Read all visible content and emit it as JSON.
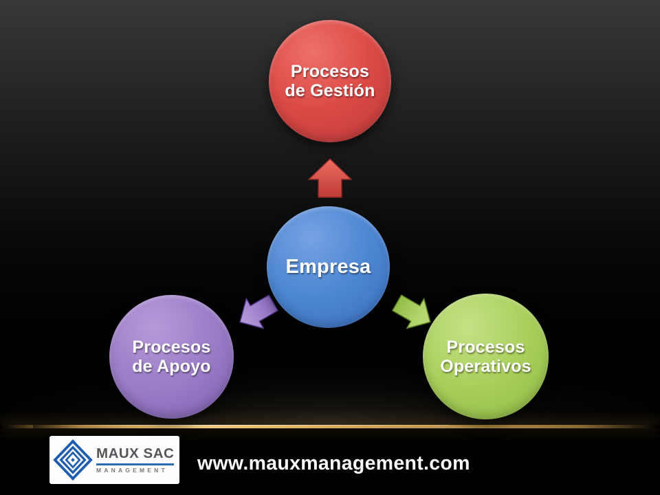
{
  "diagram": {
    "center_node": {
      "label": "Empresa",
      "color": "#4c86d2"
    },
    "nodes": [
      {
        "label": "Procesos\nde Gestión",
        "color": "#dc4a46",
        "position": "top"
      },
      {
        "label": "Procesos\nde Apoyo",
        "color": "#9a7cc7",
        "position": "bottom-left"
      },
      {
        "label": "Procesos\nOperativos",
        "color": "#a9cf5b",
        "position": "bottom-right"
      }
    ],
    "arrows": [
      {
        "name": "up-arrow",
        "direction": "up",
        "color": "#d8504a"
      },
      {
        "name": "down-left-arrow",
        "direction": "down-left",
        "color": "#a287cd"
      },
      {
        "name": "down-right-arrow",
        "direction": "down-right",
        "color": "#a6cd55"
      }
    ]
  },
  "footer": {
    "logo": {
      "company": "MAUX SAC",
      "subtitle": "MANAGEMENT",
      "mark_color": "#1e5dae"
    },
    "website": "www.mauxmanagement.com",
    "accent_line_color": "#d9b065"
  }
}
